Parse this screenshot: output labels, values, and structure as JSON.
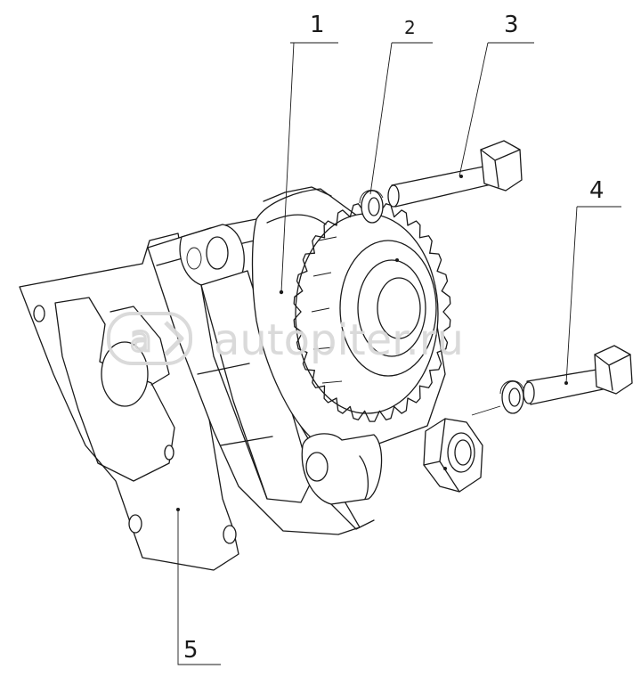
{
  "callouts": [
    {
      "id": "1",
      "label": "1"
    },
    {
      "id": "2",
      "label": "2"
    },
    {
      "id": "3",
      "label": "3"
    },
    {
      "id": "4",
      "label": "4"
    },
    {
      "id": "5",
      "label": "5"
    }
  ],
  "watermark": {
    "text": "autopiter.ru",
    "icon": "a-arrow-logo-icon",
    "color": "#d9d9d9"
  },
  "colors": {
    "line": "#1a1a1a",
    "background": "#ffffff"
  }
}
